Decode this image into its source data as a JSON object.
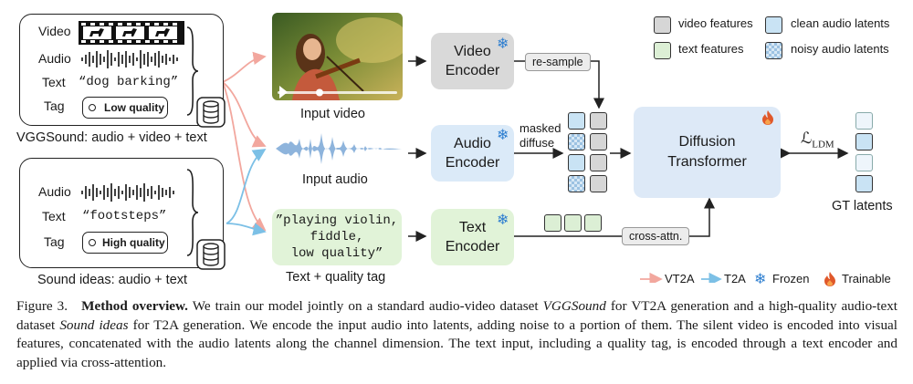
{
  "left_top": {
    "rows": [
      "Video",
      "Audio",
      "Text",
      "Tag"
    ],
    "text_value": "“dog barking”",
    "tag_value": "Low quality",
    "caption": "VGGSound: audio + video + text"
  },
  "left_bottom": {
    "rows": [
      "Audio",
      "Text",
      "Tag"
    ],
    "text_value": "“footsteps”",
    "tag_value": "High quality",
    "caption": "Sound ideas: audio + text"
  },
  "inputs": {
    "video_label": "Input video",
    "audio_label": "Input audio",
    "text_lines": [
      "”playing violin,",
      "fiddle,",
      "low quality”"
    ],
    "text_label": "Text + quality tag"
  },
  "encoders": {
    "video": [
      "Video",
      "Encoder"
    ],
    "audio": [
      "Audio",
      "Encoder"
    ],
    "text": [
      "Text",
      "Encoder"
    ]
  },
  "ops": {
    "resample": "re-sample",
    "masked": "masked",
    "diffuse": "diffuse",
    "cross_attn": "cross-attn."
  },
  "dit": [
    "Diffusion",
    "Transformer"
  ],
  "loss": {
    "main": "ℒ",
    "sub": "LDM"
  },
  "gt_label": "GT latents",
  "legend_top": {
    "video_features": "video features",
    "clean_audio": "clean audio latents",
    "text_features": "text features",
    "noisy_audio": "noisy audio latents"
  },
  "legend_bottom": {
    "vt2a": "VT2A",
    "t2a": "T2A",
    "frozen": "Frozen",
    "trainable": "Trainable"
  },
  "colors": {
    "vt2a_arrow": "#f2a79e",
    "t2a_arrow": "#7cc0e6",
    "video_block": "#d9d9d9",
    "audio_block": "#dbeaf8",
    "text_block": "#e1f3d8",
    "dit_block": "#dde9f7"
  },
  "caption": {
    "fig": "Figure 3.",
    "bold": "Method overview.",
    "p1": " We train our model jointly on a standard audio-video dataset ",
    "i1": "VGGSound",
    "p2": " for VT2A generation and a high-quality audio-text dataset ",
    "i2": "Sound ideas",
    "p3": " for T2A generation. We encode the input audio into latents, adding noise to a portion of them. The silent video is encoded into visual features, concatenated with the audio latents along the channel dimension. The text input, including a quality tag, is encoded through a text encoder and applied via cross-attention."
  }
}
